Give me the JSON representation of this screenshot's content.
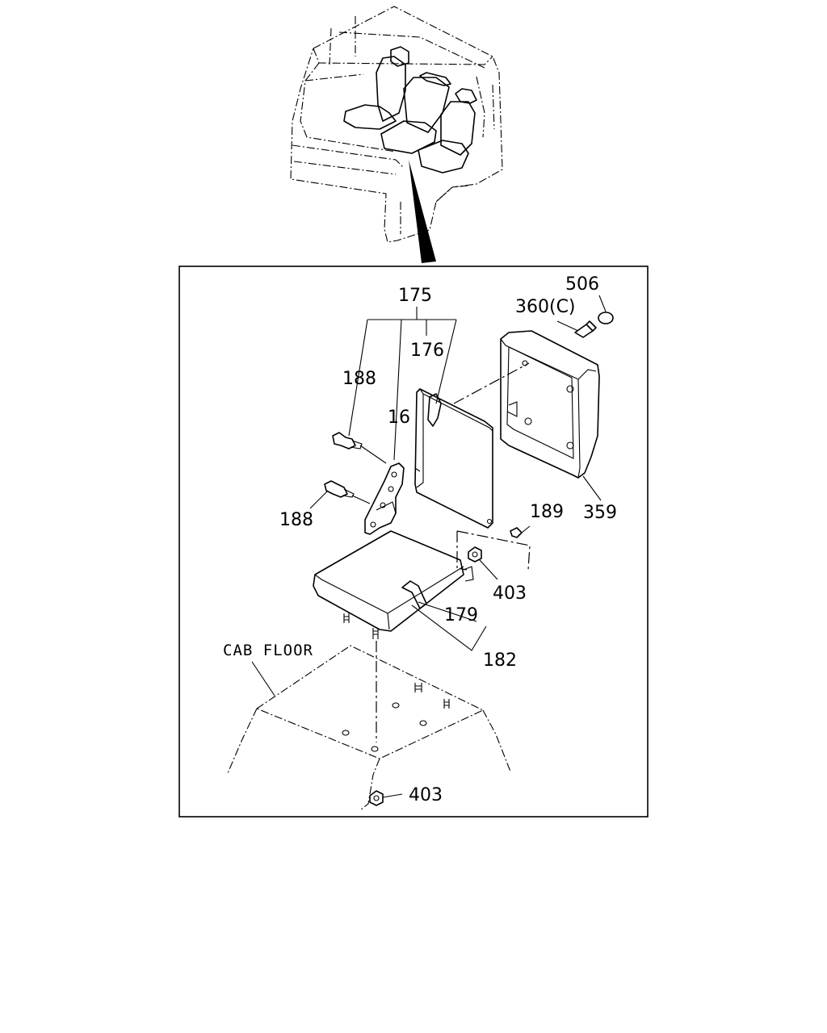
{
  "labels": {
    "p175": "175",
    "p176": "176",
    "p188a": "188",
    "p16": "16",
    "p188b": "188",
    "p506": "506",
    "p360": "360(C)",
    "p359": "359",
    "p189": "189",
    "p403a": "403",
    "p179": "179",
    "p182": "182",
    "cab_floor": "CAB FLOOR",
    "p403b": "403"
  }
}
